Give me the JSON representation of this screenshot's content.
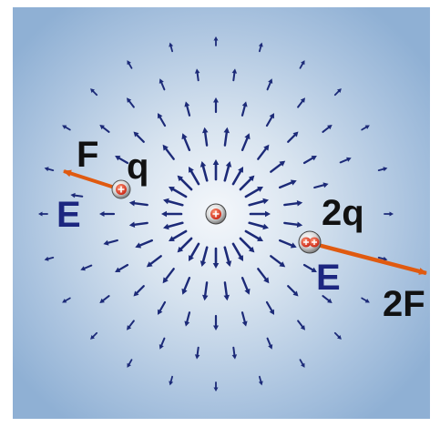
{
  "labels": {
    "force_small": "F",
    "charge_small": "q",
    "field_small": "E",
    "charge_large": "2q",
    "field_large": "E",
    "force_large": "2F"
  },
  "colors": {
    "field_arrow": "#1c2a78",
    "field_label": "#1c2680",
    "force_arrow": "#e05a10",
    "text": "#111111",
    "background_center": "#f4f7fb",
    "background_edge": "#8fb0d4"
  }
}
